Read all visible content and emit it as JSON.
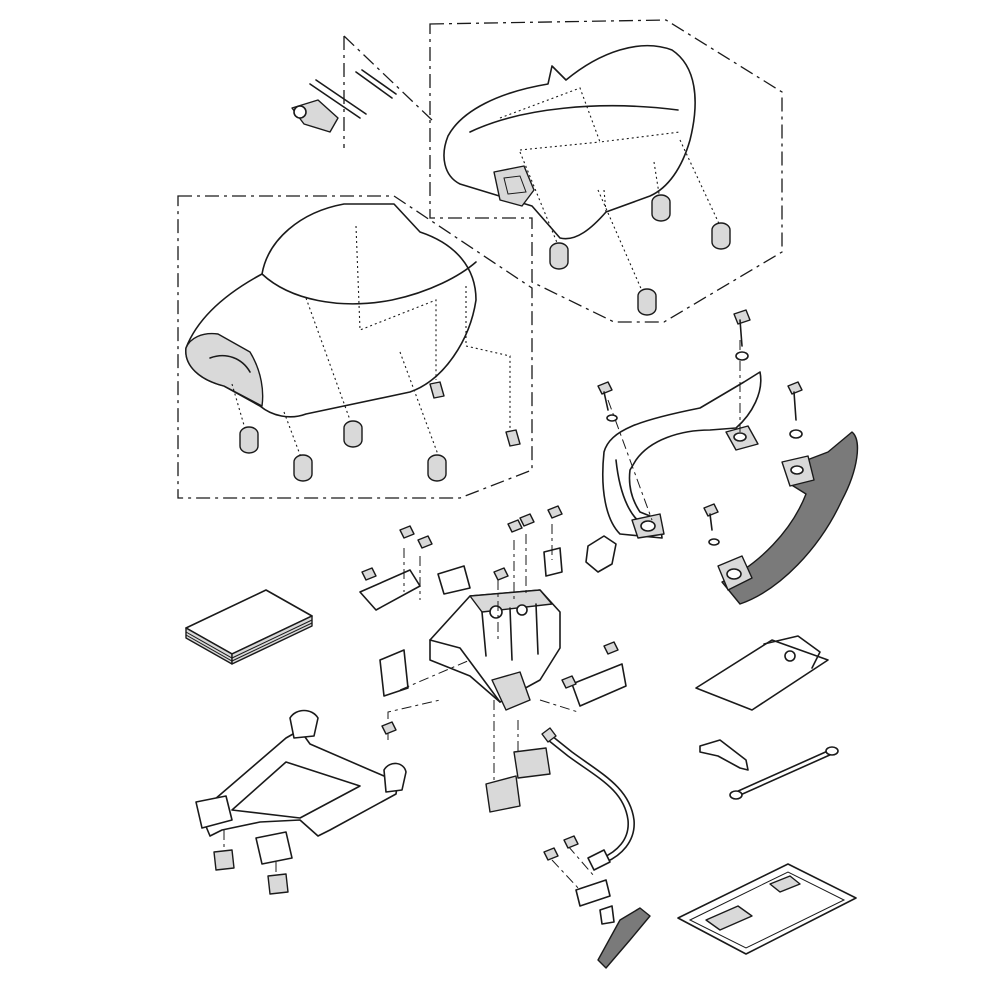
{
  "diagram": {
    "kind": "exploded-parts-view",
    "colors": {
      "ink": "#1a1a1a",
      "paper": "#ffffff",
      "shade": "#d9d9d9",
      "dark": "#7a7a7a"
    },
    "parts": [
      {
        "id": "rider-seat",
        "group": "seat-assembly"
      },
      {
        "id": "passenger-seat",
        "group": "seat-assembly"
      },
      {
        "id": "seat-damper",
        "group": "seat-assembly"
      },
      {
        "id": "tool-pins",
        "group": "tools"
      },
      {
        "id": "grab-bar-left",
        "group": "grab-rails"
      },
      {
        "id": "grab-bar-right",
        "group": "grab-rails"
      },
      {
        "id": "seat-lock-bracket",
        "group": "lock-mechanism"
      },
      {
        "id": "seat-lock-cable",
        "group": "lock-mechanism"
      },
      {
        "id": "under-seat-tray",
        "group": "storage"
      },
      {
        "id": "owners-manual",
        "group": "documents"
      },
      {
        "id": "document-pouch",
        "group": "documents"
      },
      {
        "id": "helmet-wire",
        "group": "accessories"
      },
      {
        "id": "storage-bag",
        "group": "documents"
      }
    ]
  }
}
